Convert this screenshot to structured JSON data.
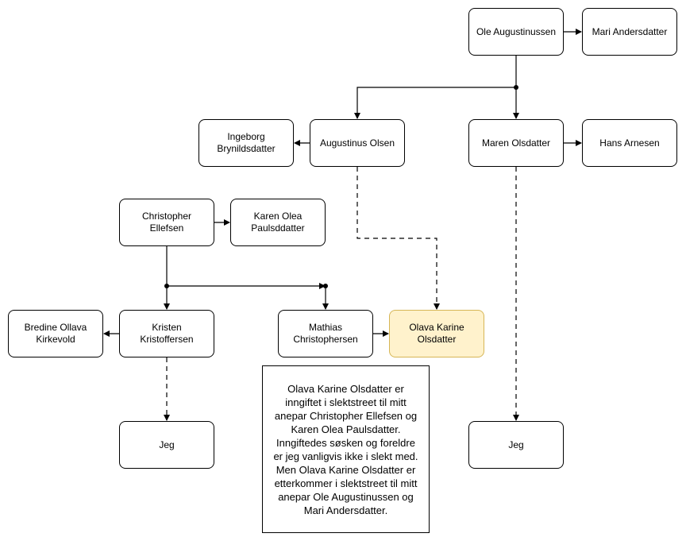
{
  "nodes": {
    "ole": "Ole Augustinussen",
    "mari": "Mari Andersdatter",
    "ingeborg": "Ingeborg Brynildsdatter",
    "augustinus": "Augustinus Olsen",
    "maren": "Maren Olsdatter",
    "hans": "Hans Arnesen",
    "christopher": "Christopher Ellefsen",
    "karen": "Karen Olea Paulsddatter",
    "bredine": "Bredine Ollava Kirkevold",
    "kristen": "Kristen Kristoffersen",
    "mathias": "Mathias Christophersen",
    "olava": "Olava Karine Olsdatter",
    "jeg_left": "Jeg",
    "jeg_right": "Jeg"
  },
  "note": "Olava Karine Olsdatter er inngiftet i slektstreet til mitt anepar Christopher Ellefsen og Karen Olea Paulsdatter. Inngiftedes søsken og foreldre er jeg vanligvis ikke i slekt med. Men Olava Karine Olsdatter er etterkommer i slektstreet til mitt anepar Ole Augustinussen og Mari Andersdatter.",
  "colors": {
    "highlight_fill": "#fff2cc",
    "highlight_stroke": "#d6b656"
  }
}
